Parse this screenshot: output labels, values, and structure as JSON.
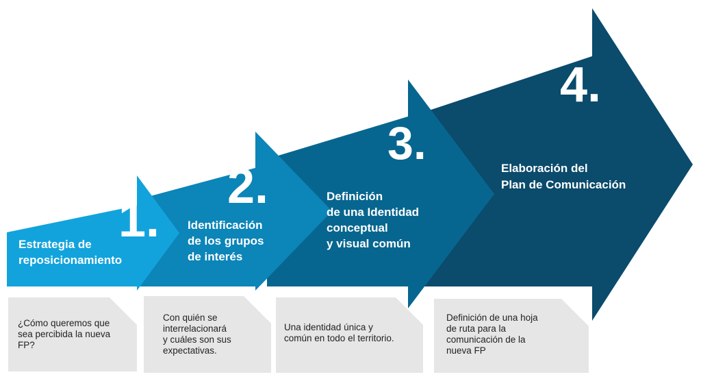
{
  "colors": {
    "step1": "#12a3dc",
    "step2": "#0c85b8",
    "step3": "#07668f",
    "step4": "#0b4b6c",
    "card": "#e6e6e6"
  },
  "steps": [
    {
      "number": "1.",
      "title_lines": [
        "Estrategia de",
        "reposicionamiento"
      ],
      "description": "¿Cómo queremos que\nsea percibida la nueva\nFP?"
    },
    {
      "number": "2.",
      "title_lines": [
        "Identificación",
        "de los grupos",
        "de interés"
      ],
      "description": "Con quién se\ninterrelacionará\ny cuáles son sus\nexpectativas."
    },
    {
      "number": "3.",
      "title_lines": [
        "Definición",
        "de una Identidad",
        "conceptual",
        "y visual común"
      ],
      "description": "Una identidad única y\ncomún en todo el territorio."
    },
    {
      "number": "4.",
      "title_lines": [
        "Elaboración del",
        "Plan de Comunicación"
      ],
      "description": "Definición de una hoja\nde ruta para la\ncomunicación de la\nnueva FP"
    }
  ]
}
